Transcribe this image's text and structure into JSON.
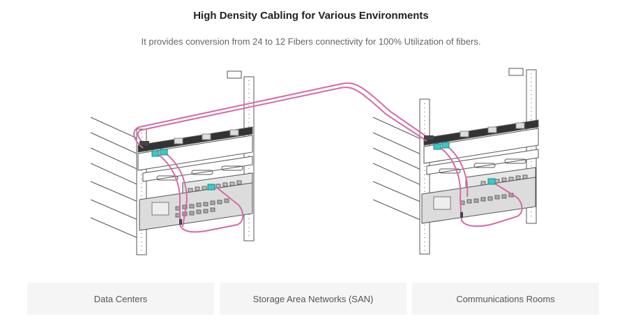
{
  "header": {
    "title": "High Density Cabling for Various Environments",
    "subtitle": "It provides conversion from 24 to 12 Fibers connectivity for 100% Utilization of fibers."
  },
  "diagram": {
    "left_rack_icon": "server-rack-icon",
    "right_rack_icon": "server-rack-icon",
    "cable_color": "#d56aa6",
    "connector_color": "#3bc7c7"
  },
  "tiles": [
    {
      "label": "Data Centers"
    },
    {
      "label": "Storage Area Networks (SAN)"
    },
    {
      "label": "Communications Rooms"
    }
  ]
}
